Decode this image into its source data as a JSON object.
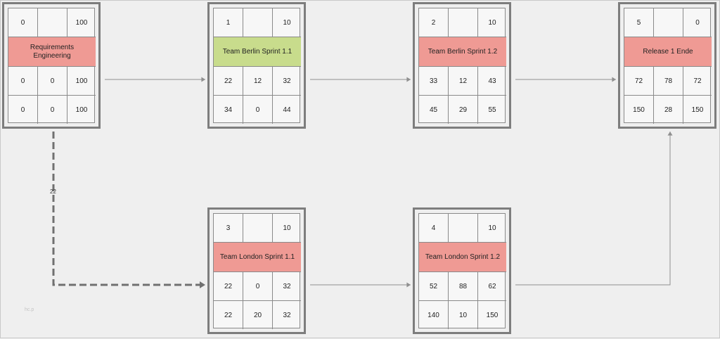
{
  "colors": {
    "red_task": "#ef9a94",
    "green_task": "#c8dc8c",
    "border": "#7d7d7d",
    "edge": "#8f8f8f",
    "dashed_edge": "#707070"
  },
  "nodes": [
    {
      "id": "requirements-engineering",
      "name": "Requirements Engineering",
      "color": "red_task",
      "rows": [
        [
          "0",
          "",
          "100"
        ],
        [
          "0",
          "0",
          "100"
        ],
        [
          "0",
          "0",
          "100"
        ]
      ]
    },
    {
      "id": "team-berlin-sprint-1-1",
      "name": "Team Berlin Sprint 1.1",
      "color": "green_task",
      "rows": [
        [
          "1",
          "",
          "10"
        ],
        [
          "22",
          "12",
          "32"
        ],
        [
          "34",
          "0",
          "44"
        ]
      ]
    },
    {
      "id": "team-berlin-sprint-1-2",
      "name": "Team Berlin Sprint 1.2",
      "color": "red_task",
      "rows": [
        [
          "2",
          "",
          "10"
        ],
        [
          "33",
          "12",
          "43"
        ],
        [
          "45",
          "29",
          "55"
        ]
      ]
    },
    {
      "id": "release-1-ende",
      "name": "Release 1 Ende",
      "color": "red_task",
      "rows": [
        [
          "5",
          "",
          "0"
        ],
        [
          "72",
          "78",
          "72"
        ],
        [
          "150",
          "28",
          "150"
        ]
      ]
    },
    {
      "id": "team-london-sprint-1-1",
      "name": "Team London Sprint 1.1",
      "color": "red_task",
      "rows": [
        [
          "3",
          "",
          "10"
        ],
        [
          "22",
          "0",
          "32"
        ],
        [
          "22",
          "20",
          "32"
        ]
      ]
    },
    {
      "id": "team-london-sprint-1-2",
      "name": "Team London Sprint 1.2",
      "color": "red_task",
      "rows": [
        [
          "4",
          "",
          "10"
        ],
        [
          "52",
          "88",
          "62"
        ],
        [
          "140",
          "10",
          "150"
        ]
      ]
    }
  ],
  "edges": [
    {
      "from": "requirements-engineering",
      "to": "team-berlin-sprint-1-1",
      "style": "solid"
    },
    {
      "from": "team-berlin-sprint-1-1",
      "to": "team-berlin-sprint-1-2",
      "style": "solid"
    },
    {
      "from": "team-berlin-sprint-1-2",
      "to": "release-1-ende",
      "style": "solid"
    },
    {
      "from": "requirements-engineering",
      "to": "team-london-sprint-1-1",
      "style": "dashed",
      "label": "22"
    },
    {
      "from": "team-london-sprint-1-1",
      "to": "team-london-sprint-1-2",
      "style": "solid"
    },
    {
      "from": "team-london-sprint-1-2",
      "to": "release-1-ende",
      "style": "solid"
    }
  ],
  "watermark": "hc.p"
}
